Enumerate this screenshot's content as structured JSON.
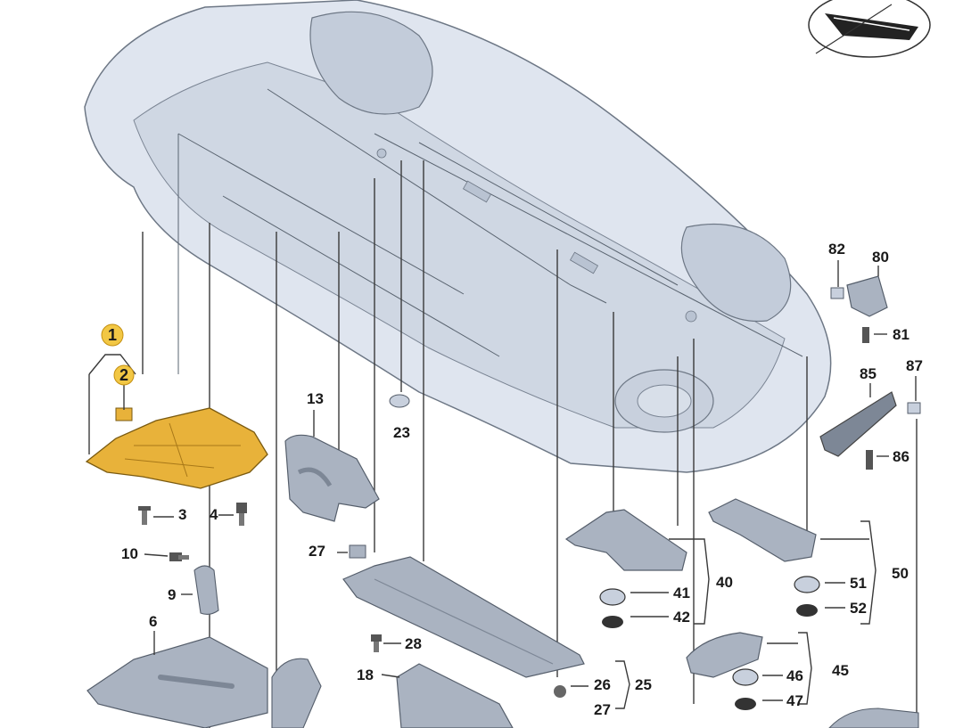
{
  "diagram": {
    "colors": {
      "car_body": "#dfe5ef",
      "car_shade": "#b9c3d2",
      "car_outline": "#6d7785",
      "part_fill": "#aab3c1",
      "part_dark": "#7d8796",
      "highlight_part": "#e8b23a",
      "badge_fill": "#f2c744",
      "leader_line": "#3a3a3a"
    },
    "icons": [
      "view-orientation-icon"
    ],
    "highlighted": [
      "1",
      "2"
    ],
    "labels": {
      "p1": "1",
      "p2": "2",
      "p3": "3",
      "p4": "4",
      "p6": "6",
      "p9": "9",
      "p10": "10",
      "p13": "13",
      "p18": "18",
      "p23": "23",
      "p25": "25",
      "p26": "26",
      "p27a": "27",
      "p27b": "27",
      "p28": "28",
      "p40": "40",
      "p41": "41",
      "p42": "42",
      "p45": "45",
      "p46": "46",
      "p47": "47",
      "p50": "50",
      "p51": "51",
      "p52": "52",
      "p80": "80",
      "p81": "81",
      "p82": "82",
      "p85": "85",
      "p86": "86",
      "p87": "87"
    }
  }
}
